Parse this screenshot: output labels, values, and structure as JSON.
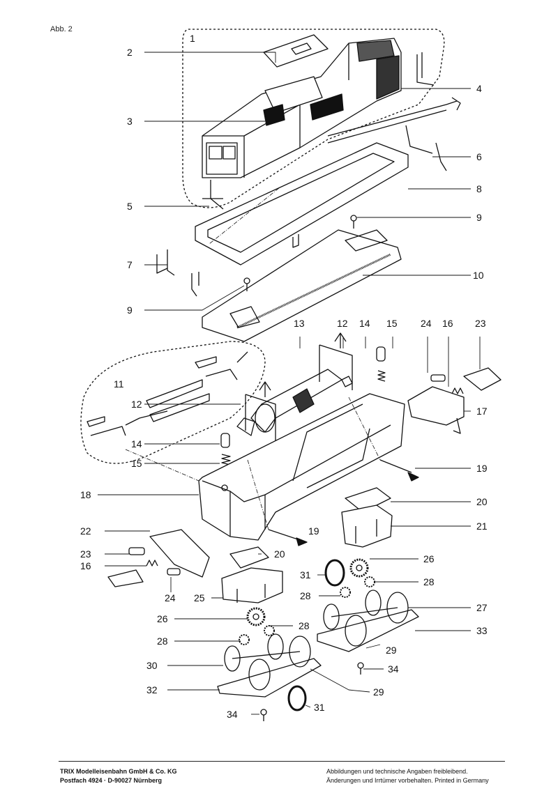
{
  "figure_label": "Abb. 2",
  "callouts": [
    {
      "id": "c1",
      "text": "1"
    },
    {
      "id": "c2",
      "text": "2"
    },
    {
      "id": "c3",
      "text": "3"
    },
    {
      "id": "c4",
      "text": "4"
    },
    {
      "id": "c5",
      "text": "5"
    },
    {
      "id": "c6",
      "text": "6"
    },
    {
      "id": "c7",
      "text": "7"
    },
    {
      "id": "c8",
      "text": "8"
    },
    {
      "id": "c9a",
      "text": "9"
    },
    {
      "id": "c9b",
      "text": "9"
    },
    {
      "id": "c10",
      "text": "10"
    },
    {
      "id": "c11",
      "text": "11"
    },
    {
      "id": "c12a",
      "text": "12"
    },
    {
      "id": "c12b",
      "text": "12"
    },
    {
      "id": "c13",
      "text": "13"
    },
    {
      "id": "c14a",
      "text": "14"
    },
    {
      "id": "c14b",
      "text": "14"
    },
    {
      "id": "c15a",
      "text": "15"
    },
    {
      "id": "c15b",
      "text": "15"
    },
    {
      "id": "c16a",
      "text": "16"
    },
    {
      "id": "c16b",
      "text": "16"
    },
    {
      "id": "c17",
      "text": "17"
    },
    {
      "id": "c18",
      "text": "18"
    },
    {
      "id": "c19a",
      "text": "19"
    },
    {
      "id": "c19b",
      "text": "19"
    },
    {
      "id": "c20a",
      "text": "20"
    },
    {
      "id": "c20b",
      "text": "20"
    },
    {
      "id": "c21",
      "text": "21"
    },
    {
      "id": "c22",
      "text": "22"
    },
    {
      "id": "c23a",
      "text": "23"
    },
    {
      "id": "c23b",
      "text": "23"
    },
    {
      "id": "c24a",
      "text": "24"
    },
    {
      "id": "c24b",
      "text": "24"
    },
    {
      "id": "c25",
      "text": "25"
    },
    {
      "id": "c26a",
      "text": "26"
    },
    {
      "id": "c26b",
      "text": "26"
    },
    {
      "id": "c27",
      "text": "27"
    },
    {
      "id": "c28a",
      "text": "28"
    },
    {
      "id": "c28b",
      "text": "28"
    },
    {
      "id": "c28c",
      "text": "28"
    },
    {
      "id": "c28d",
      "text": "28"
    },
    {
      "id": "c29a",
      "text": "29"
    },
    {
      "id": "c29b",
      "text": "29"
    },
    {
      "id": "c30",
      "text": "30"
    },
    {
      "id": "c31a",
      "text": "31"
    },
    {
      "id": "c31b",
      "text": "31"
    },
    {
      "id": "c32",
      "text": "32"
    },
    {
      "id": "c33",
      "text": "33"
    },
    {
      "id": "c34a",
      "text": "34"
    },
    {
      "id": "c34b",
      "text": "34"
    }
  ],
  "footer": {
    "company": "TRIX Modelleisenbahn GmbH & Co. KG",
    "address": "Postfach 4924 · D-90027 Nürnberg",
    "notice_line1": "Abbildungen und technische Angaben freibleibend.",
    "notice_line2": "Änderungen und Irrtümer vorbehalten. Printed in Germany"
  }
}
